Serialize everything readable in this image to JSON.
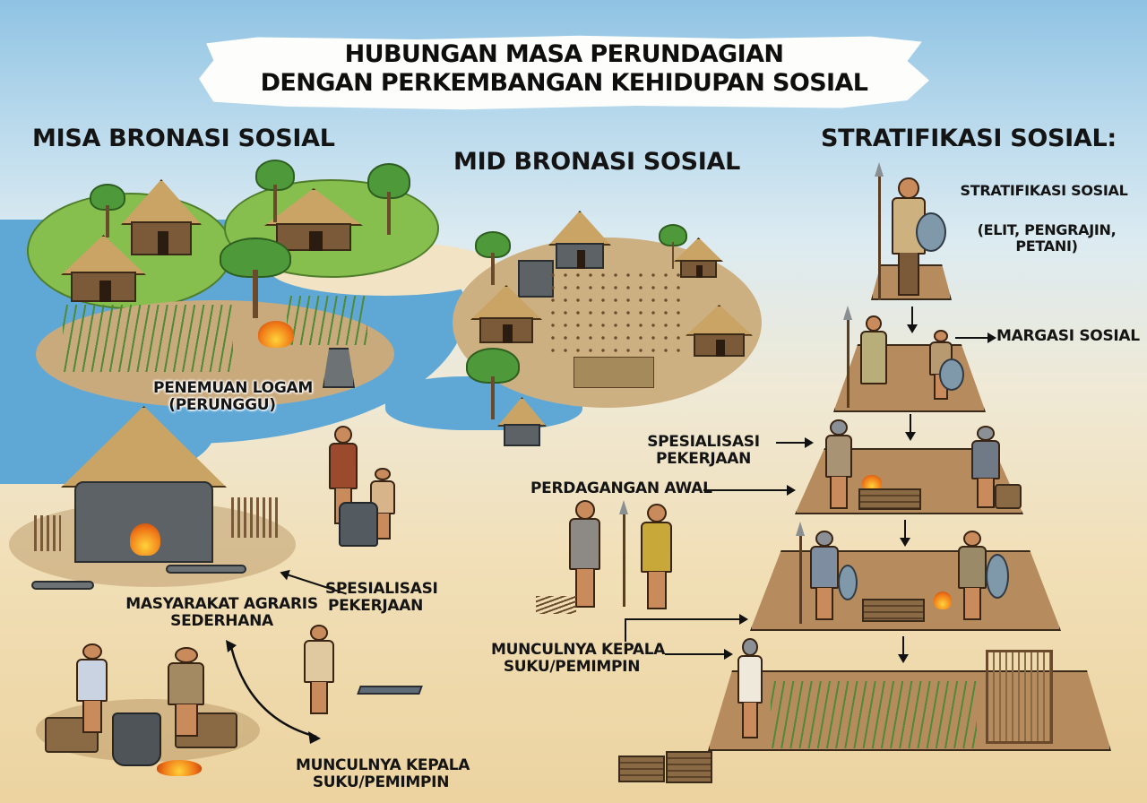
{
  "title": {
    "line1": "HUBUNGAN MASA PERUNDAGIAN",
    "line2": "DENGAN PERKEMBANGAN KEHIDUPAN SOSIAL"
  },
  "sections": {
    "left_heading": "MISA BRONASI SOSIAL",
    "middle_heading": "MID BRONASI SOSIAL",
    "right_heading": "STRATIFIKASI SOSIAL:"
  },
  "labels": {
    "stratification_title": "STRATIFIKASI SOSIAL",
    "stratification_classes_line1": "(ELIT, PENGRAJIN,",
    "stratification_classes_line2": "PETANI)",
    "margasi_sosial": "MARGASI SOSIAL",
    "penemuan_logam_line1": "PENEMUAN LOGAM",
    "penemuan_logam_line2": "(PERUNGGU)",
    "spesialisasi_right_line1": "SPESIALISASI",
    "spesialisasi_right_line2": "PEKERJAAN",
    "perdagangan_awal": "PERDAGANGAN AWAL",
    "spesialisasi_left_line1": "SPESIALISASI",
    "spesialisasi_left_line2": "PEKERJAAN",
    "masyarakat_agraris_line1": "MASYARAKAT AGRARIS",
    "masyarakat_agraris_line2": "SEDERHANA",
    "kepala_suku_mid_line1": "MUNCULNYA KEPALA",
    "kepala_suku_mid_line2": "SUKU/PEMIMPIN",
    "kepala_suku_bottom_line1": "MUNCULNYA KEPALA",
    "kepala_suku_bottom_line2": "SUKU/PEMIMPIN"
  },
  "pyramid": {
    "tiers": [
      {
        "level": 1,
        "depicts": "elite warrior with spear and shield"
      },
      {
        "level": 2,
        "depicts": "robed leader with spear and seated craftsman with shield"
      },
      {
        "level": 3,
        "depicts": "helmeted metalworkers at forge with crates"
      },
      {
        "level": 4,
        "depicts": "armored warrior and smith at fire"
      },
      {
        "level": 5,
        "depicts": "farmland with grass, loom and tribal chief"
      }
    ]
  },
  "colors": {
    "sky": "#8fc3e3",
    "water": "#5fa8d6",
    "grass_island": "#86bf4e",
    "sand": "#f1e3c4",
    "tier_fill": "#b68c5f",
    "text": "#141414",
    "fire": "#f07a18"
  }
}
